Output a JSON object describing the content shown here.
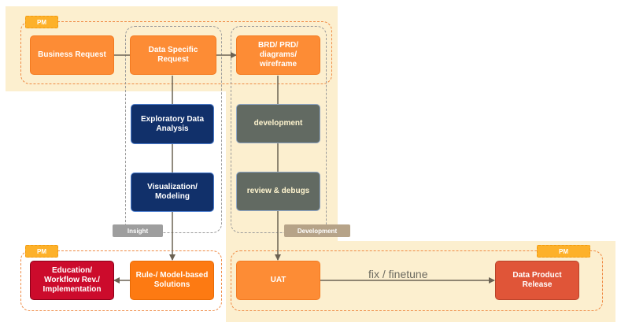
{
  "colors": {
    "pm_background": "#fcefcf",
    "orange_box": "#fd8c35",
    "navy_box": "#11306a",
    "gray_box": "#626a62",
    "red_box": "#cc0b2c",
    "salmon_box": "#e05538",
    "arrow": "#6b6253"
  },
  "tags": {
    "pm_top": "PM",
    "pm_bottom_left": "PM",
    "pm_bottom_right": "PM",
    "insight": "Insight",
    "development": "Development"
  },
  "nodes": {
    "business_request": "Business Request",
    "data_specific_request": "Data Specific Request",
    "brd_prd": "BRD/ PRD/ diagrams/ wireframe",
    "exploratory_data_analysis": "Exploratory Data Analysis",
    "visualization_modeling": "Visualization/ Modeling",
    "rule_model_solutions": "Rule-/ Model-based Solutions",
    "education_workflow": "Education/ Workflow Rev./ Implementation",
    "development": "development",
    "review_debugs": "review & debugs",
    "uat": "UAT",
    "data_product_release": "Data Product Release"
  },
  "edges": {
    "fix_finetune": "fix / finetune"
  }
}
